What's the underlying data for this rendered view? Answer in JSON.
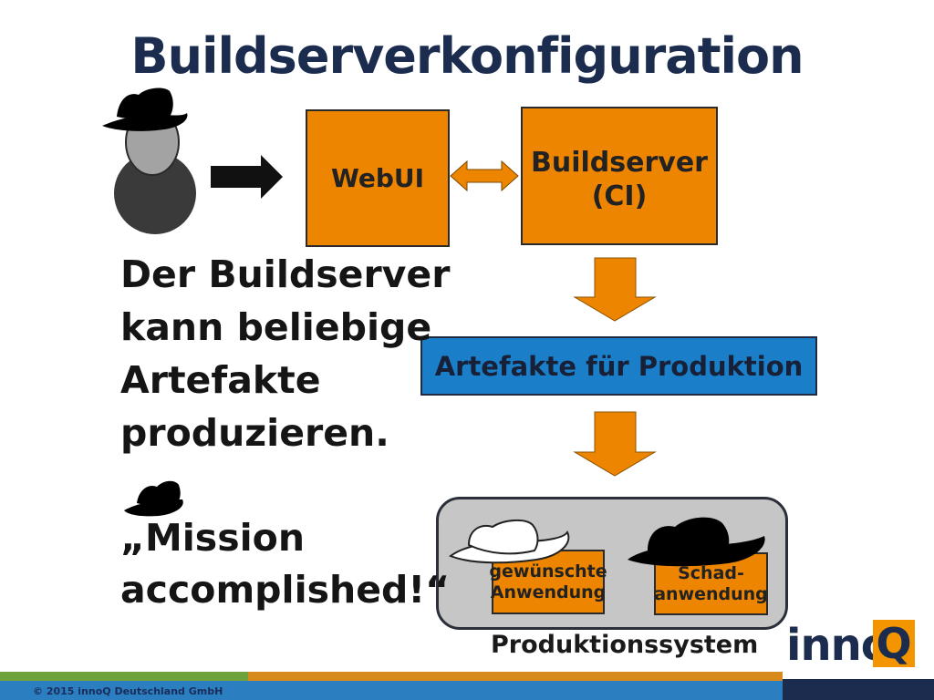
{
  "title": "Buildserverkonfiguration",
  "nodes": {
    "webui": "WebUI",
    "buildserver_line1": "Buildserver",
    "buildserver_line2": "(CI)",
    "artefakte": "Artefakte für Produktion",
    "gewuenscht_line1": "gewünschte",
    "gewuenscht_line2": "Anwendung",
    "schad_line1": "Schad-",
    "schad_line2": "anwendung",
    "produktionssystem": "Produktionssystem"
  },
  "body": {
    "line1": "Der Buildserver",
    "line2": "kann beliebige",
    "line3": "Artefakte",
    "line4": "produzieren.",
    "mission_line1": "„Mission",
    "mission_line2": "accomplished!“"
  },
  "logo": {
    "text": "inno",
    "letter": "Q"
  },
  "footer": {
    "copyright": "© 2015 innoQ Deutschland GmbH"
  },
  "colors": {
    "title": "#1b2c4f",
    "box_orange": "#ee8500",
    "box_blue": "#1a7fc8",
    "system_gray": "#c6c6c6",
    "footer_green": "#6ea23a",
    "footer_orange": "#d98a1c",
    "footer_navy": "#1b2c4f"
  },
  "icons": [
    "person-icon",
    "black-hat-icon",
    "white-hat-icon",
    "arrow-right-icon",
    "double-arrow-icon",
    "arrow-down-icon"
  ]
}
